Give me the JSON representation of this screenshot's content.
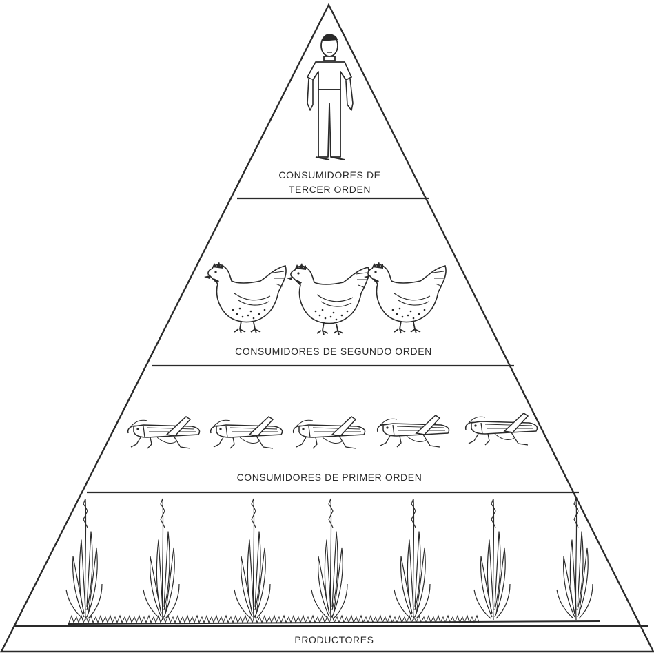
{
  "pyramid": {
    "levels": [
      {
        "label_line1": "CONSUMIDORES DE",
        "label_line2": "TERCER ORDEN",
        "icon": "human-figure-icon"
      },
      {
        "label": "CONSUMIDORES DE SEGUNDO ORDEN",
        "icon": "chicken-icon"
      },
      {
        "label": "CONSUMIDORES DE PRIMER ORDEN",
        "icon": "grasshopper-icon"
      },
      {
        "label": "PRODUCTORES",
        "icon": "grass-plant-icon"
      }
    ]
  }
}
